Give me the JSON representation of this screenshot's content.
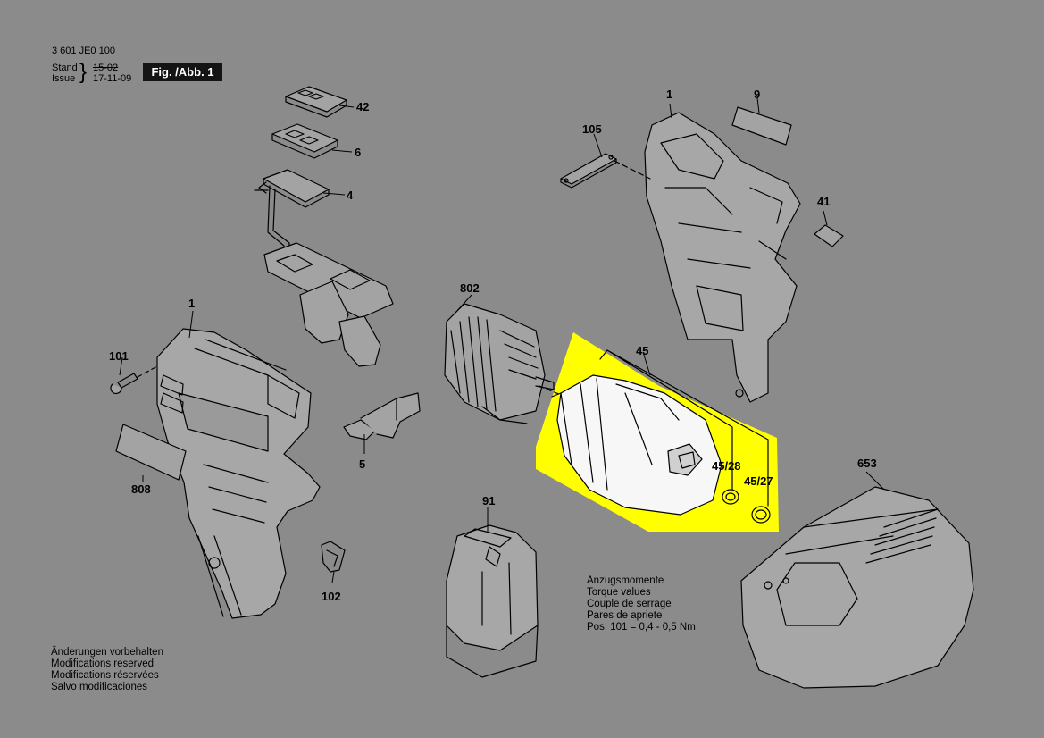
{
  "document": {
    "doc_number": "3 601 JE0 100",
    "stand_label": "Stand",
    "issue_label": "Issue",
    "stand_date": "15-02",
    "issue_date": "17-11-09",
    "figure_label": "Fig. /Abb. 1"
  },
  "callouts": {
    "c42": "42",
    "c6": "6",
    "c4": "4",
    "c1_left": "1",
    "c101": "101",
    "c808": "808",
    "c5": "5",
    "c102": "102",
    "c802": "802",
    "c105": "105",
    "c1_right": "1",
    "c9": "9",
    "c41": "41",
    "c45": "45",
    "c45_28": "45/28",
    "c45_27": "45/27",
    "c91": "91",
    "c653": "653"
  },
  "torque_note": {
    "lines": [
      "Anzugsmomente",
      "Torque values",
      "Couple de serrage",
      "Pares de apriete",
      "Pos. 101  =  0,4  -  0,5 Nm"
    ]
  },
  "footer_note": {
    "lines": [
      "Änderungen vorbehalten",
      "Modifications reserved",
      "Modifications réservées",
      "Salvo modificaciones"
    ]
  },
  "colors": {
    "background": "#8b8b8b",
    "highlight": "#ffff00",
    "line": "#000000"
  }
}
